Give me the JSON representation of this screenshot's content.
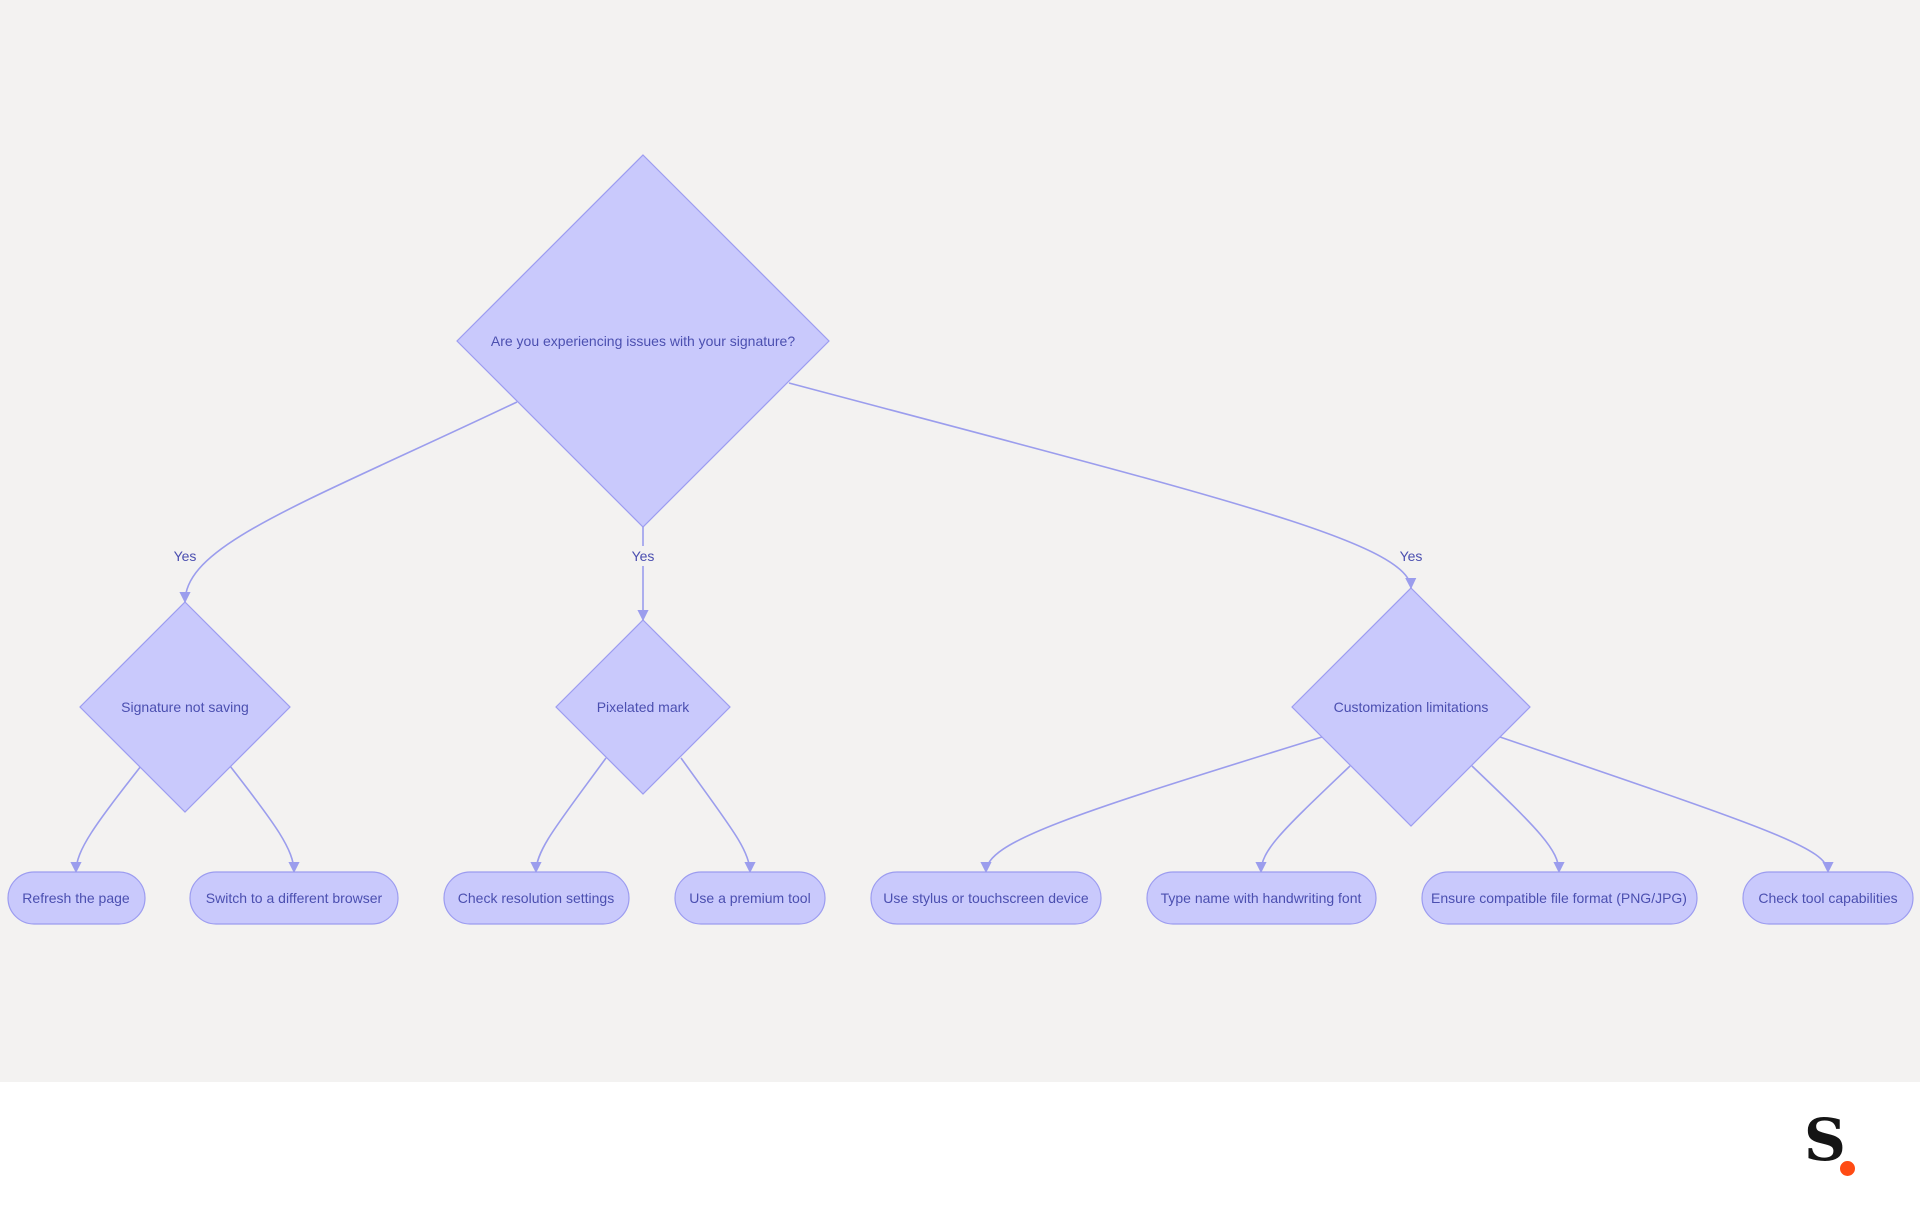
{
  "diagram": {
    "nodes": {
      "root": "Are you experiencing issues with your signature?",
      "not_saving": "Signature not saving",
      "pixelated": "Pixelated mark",
      "customization": "Customization limitations",
      "refresh": "Refresh the page",
      "switch_browser": "Switch to a different browser",
      "check_resolution": "Check resolution settings",
      "premium_tool": "Use a premium tool",
      "stylus": "Use stylus or touchscreen device",
      "handwriting_font": "Type name with handwriting font",
      "file_format": "Ensure compatible file format (PNG/JPG)",
      "tool_capabilities": "Check tool capabilities"
    },
    "edges": [
      {
        "from": "root",
        "to": "not_saving",
        "label": "Yes"
      },
      {
        "from": "root",
        "to": "pixelated",
        "label": "Yes"
      },
      {
        "from": "root",
        "to": "customization",
        "label": "Yes"
      },
      {
        "from": "not_saving",
        "to": "refresh"
      },
      {
        "from": "not_saving",
        "to": "switch_browser"
      },
      {
        "from": "pixelated",
        "to": "check_resolution"
      },
      {
        "from": "pixelated",
        "to": "premium_tool"
      },
      {
        "from": "customization",
        "to": "stylus"
      },
      {
        "from": "customization",
        "to": "handwriting_font"
      },
      {
        "from": "customization",
        "to": "file_format"
      },
      {
        "from": "customization",
        "to": "tool_capabilities"
      }
    ]
  },
  "colors": {
    "canvas_background": "#f3f2f1",
    "node_fill": "#c9c9fc",
    "node_stroke": "#9c9cf0",
    "edge": "#9b9ded",
    "text": "#4b4fb0",
    "brand_dot": "#ff4b14"
  },
  "brand": {
    "logo_icon": "s-dot-logo-icon",
    "logo_text": "S."
  }
}
